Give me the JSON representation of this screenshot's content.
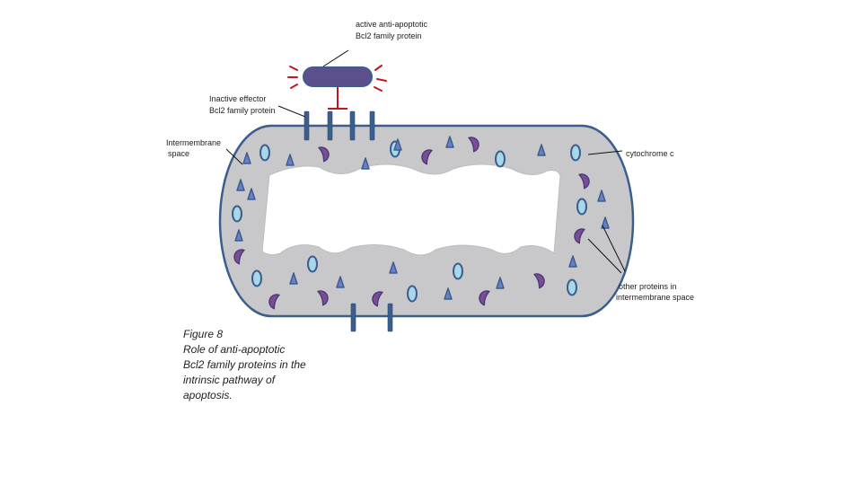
{
  "labels": {
    "active_l1": "active anti-apoptotic",
    "active_l2": "Bcl2 family protein",
    "inactive_l1": "Inactive effector",
    "inactive_l2": "Bcl2 family protein",
    "ims_l1": "Intermembrane",
    "ims_l2": "space",
    "cyto": "cytochrome c",
    "other_l1": "other proteins in",
    "other_l2": "intermembrane space"
  },
  "caption": {
    "line1": "Figure 8",
    "line2": "Role of anti-apoptotic",
    "line3": "Bcl2 family proteins in the",
    "line4": "intrinsic pathway of",
    "line5": "apoptosis."
  },
  "colors": {
    "membrane_fill": "#c8c8ca",
    "membrane_stroke": "#3b5e8c",
    "cytochrome_fill": "#a9d7ea",
    "triangle_fill": "#6b7fc8",
    "protein_purple": "#7a4e96",
    "inhibition": "#c0181e"
  }
}
